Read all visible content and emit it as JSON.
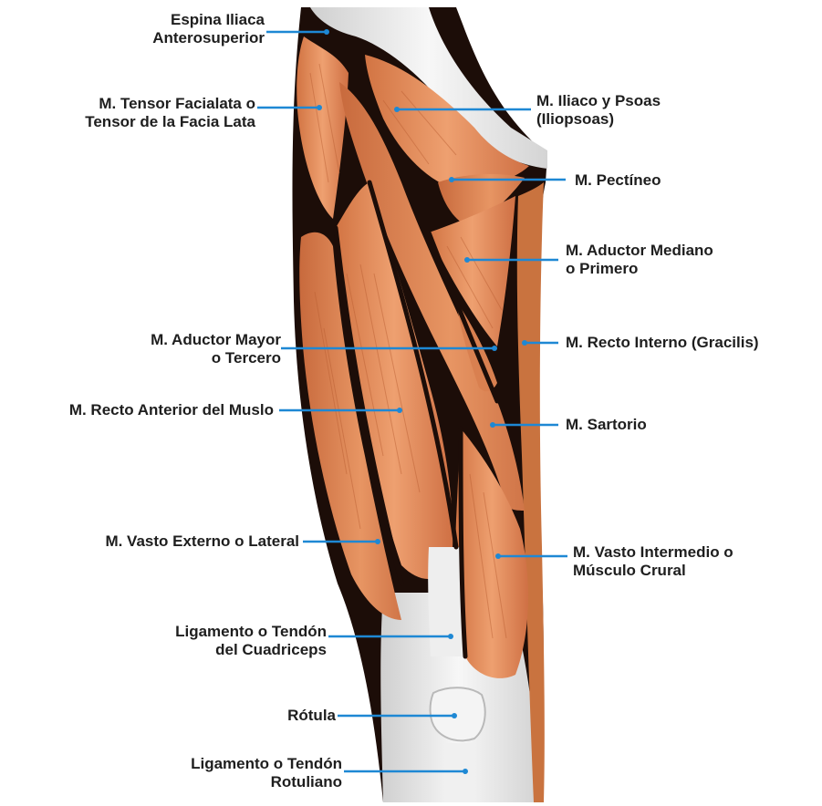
{
  "colors": {
    "muscle": "#e08a58",
    "muscle_dark": "#c7693b",
    "muscle_light": "#f1b489",
    "outline": "#1c0d08",
    "tendon": "#e8e8e8",
    "leader_line": "#1e88d4",
    "label_text": "#1e1e1e"
  },
  "labels": {
    "espina": {
      "line1": "Espina Iliaca",
      "line2": "Anterosuperior"
    },
    "tensor": {
      "line1": "M. Tensor Facialata o",
      "line2": "Tensor de la Facia Lata"
    },
    "iliaco": {
      "line1": "M. Iliaco y Psoas",
      "line2": "(Iliopsoas)"
    },
    "pectineo": {
      "line1": "M. Pectíneo"
    },
    "aductor_mediano": {
      "line1": "M. Aductor Mediano",
      "line2": "o Primero"
    },
    "aductor_mayor": {
      "line1": "M. Aductor Mayor",
      "line2": "o Tercero"
    },
    "recto_interno": {
      "line1": "M. Recto Interno (Gracilis)"
    },
    "recto_anterior": {
      "line1": "M. Recto Anterior del Muslo"
    },
    "sartorio": {
      "line1": "M. Sartorio"
    },
    "vasto_externo": {
      "line1": "M. Vasto Externo o Lateral"
    },
    "vasto_intermedio": {
      "line1": "M. Vasto Intermedio o",
      "line2": "Músculo Crural"
    },
    "ligamento_cuadriceps": {
      "line1": "Ligamento o Tendón",
      "line2": "del Cuadriceps"
    },
    "rotula": {
      "line1": "Rótula"
    },
    "ligamento_rotuliano": {
      "line1": "Ligamento o Tendón",
      "line2": "Rotuliano"
    }
  }
}
